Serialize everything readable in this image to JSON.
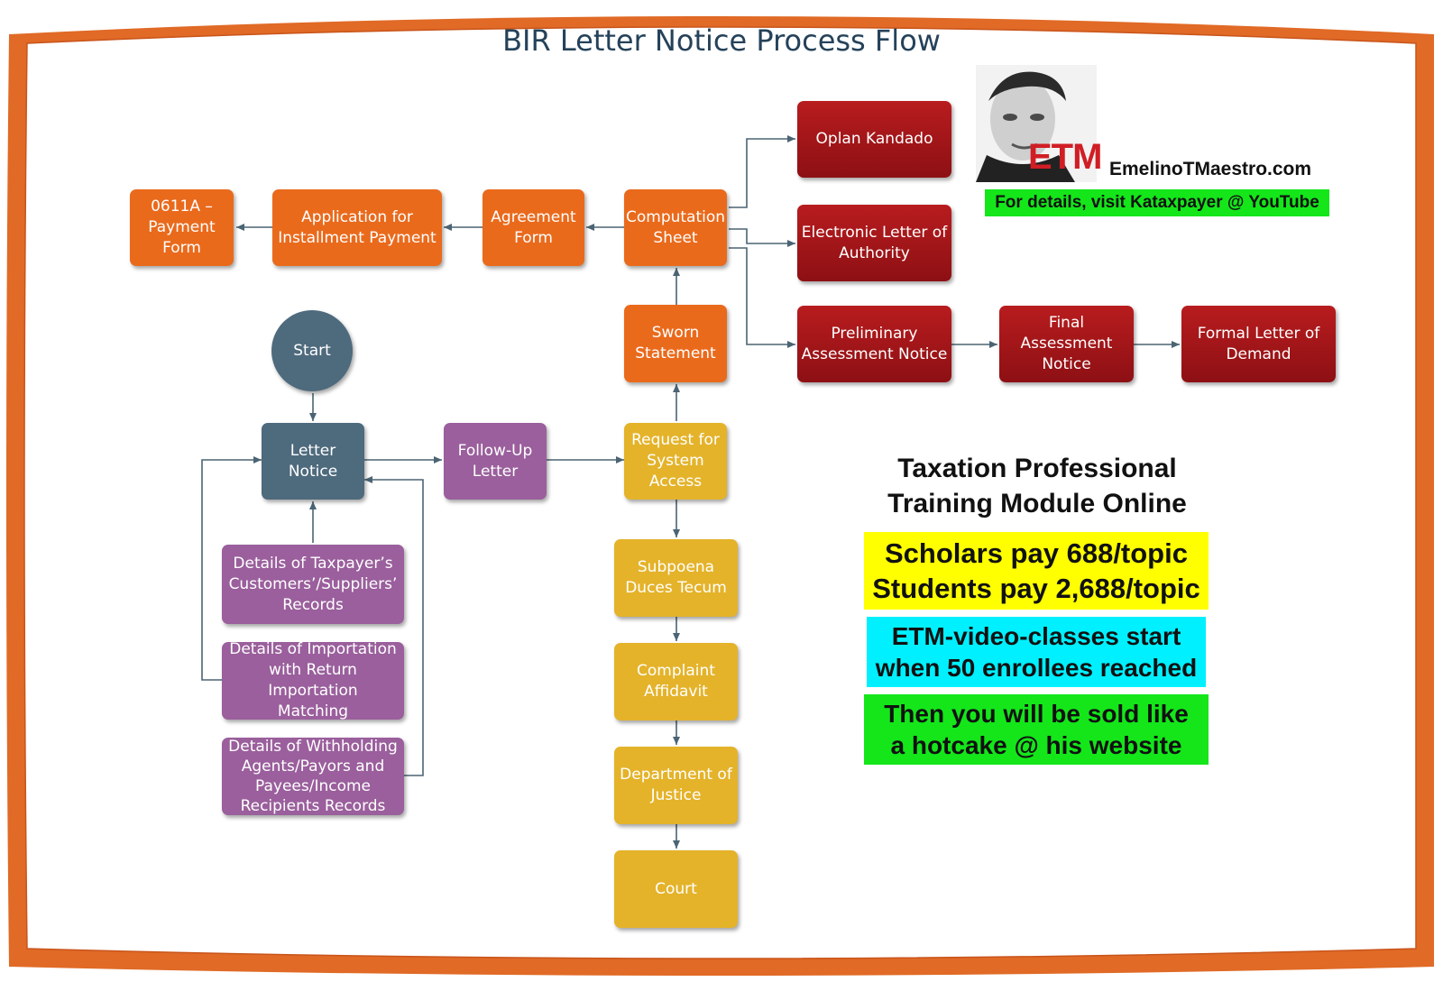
{
  "title": "BIR Letter Notice Process Flow",
  "nodes": {
    "payment_form": "0611A –\nPayment\nForm",
    "installment": "Application for\nInstallment Payment",
    "agreement": "Agreement\nForm",
    "computation": "Computation\nSheet",
    "sworn": "Sworn\nStatement",
    "oplan": "Oplan Kandado",
    "ela": "Electronic Letter of\nAuthority",
    "pan": "Preliminary\nAssessment Notice",
    "fan": "Final Assessment\nNotice",
    "fld": "Formal Letter of\nDemand",
    "start": "Start",
    "letter_notice": "Letter Notice",
    "followup": "Follow-Up\nLetter",
    "request": "Request for\nSystem\nAccess",
    "subpoena": "Subpoena\nDuces Tecum",
    "complaint": "Complaint\nAffidavit",
    "doj": "Department of\nJustice",
    "court": "Court",
    "details_customers": "Details of Taxpayer’s\nCustomers’/Suppliers’\nRecords",
    "details_importation": "Details of Importation\nwith Return Importation\nMatching",
    "details_withholding": "Details of Withholding\nAgents/Payors and\nPayees/Income\nRecipients Records"
  },
  "branding": {
    "logo_text": "ETM",
    "website": "EmelinoTMaestro.com",
    "youtube": "For details, visit Kataxpayer @ YouTube"
  },
  "promo": {
    "heading": "Taxation Professional\nTraining Module Online",
    "pricing": "Scholars pay 688/topic\nStudents pay 2,688/topic",
    "classes": "ETM-video-classes start\nwhen 50 enrollees reached",
    "hotcake": "Then you will be sold like\na hotcake @ his website"
  },
  "colors": {
    "frame": "#e06a26",
    "orange": "#ea6a1c",
    "red": "#a3161a",
    "teal": "#4e6a7d",
    "purple": "#9a5f9c",
    "yellow": "#e4b32a",
    "promo_yellow": "#ffff00",
    "promo_cyan": "#00f0ff",
    "promo_green": "#14e61a"
  }
}
